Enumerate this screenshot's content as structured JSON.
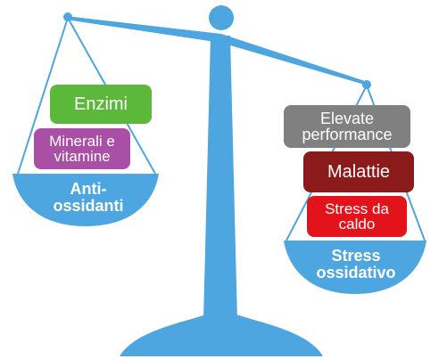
{
  "left_pan": {
    "label": "Anti-\nossidanti",
    "blocks": [
      {
        "text": "Enzimi",
        "color": "#5cb83a"
      },
      {
        "text": "Minerali e\nvitamine",
        "color": "#a94fa5"
      }
    ]
  },
  "right_pan": {
    "label": "Stress\nossidativo",
    "blocks": [
      {
        "text": "Elevate\nperformance",
        "color": "#808080"
      },
      {
        "text": "Malattie",
        "color": "#8b1a1a"
      },
      {
        "text": "Stress da\ncaldo",
        "color": "#e3131b"
      }
    ]
  },
  "colors": {
    "scale": "#4da6e0"
  }
}
